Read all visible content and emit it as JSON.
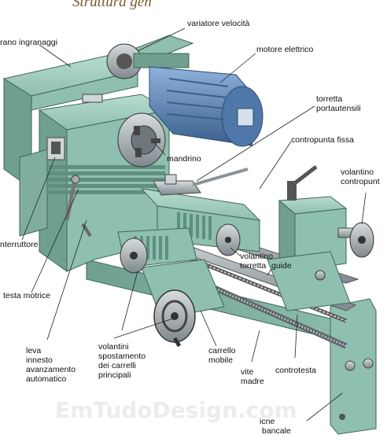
{
  "title": "Struttura gen",
  "labels": {
    "piano_ingranaggi": "rano ingranaggi",
    "variatore_velocita": "variatore velocità",
    "motore_elettrico": "motore elettrico",
    "torretta_portautensili": "torretta\nportautensili",
    "contropunta_fissa": "contropunta fissa",
    "mandrino": "mandrino",
    "volantino_contropunta": "volantino\ncontropunt",
    "interruttore": "nterruttore",
    "testa_motrice": "testa motrice",
    "volantino_torretta": "volantino\ntorretta",
    "guide": "guide",
    "leva_innesto": "leva\ninnesto\navanzamento\nautomatico",
    "volantini_spostamento": "volantini\nspostamento\ndei carrelli\nprincipali",
    "carrello_mobile": "carrello\nmobile",
    "vite_madre": "vite\nmadre",
    "controtesta": "controtesta",
    "bancale": "bancale",
    "bancale_prefix": "icne"
  },
  "watermark": "EmTudoDesign.com",
  "colors": {
    "machine_green": "#8fbfae",
    "machine_dark": "#5f8f80",
    "motor_blue": "#5b86b8",
    "motor_dark": "#3b5f8c",
    "steel": "#9aa3a8",
    "title": "#7a5a2c"
  }
}
